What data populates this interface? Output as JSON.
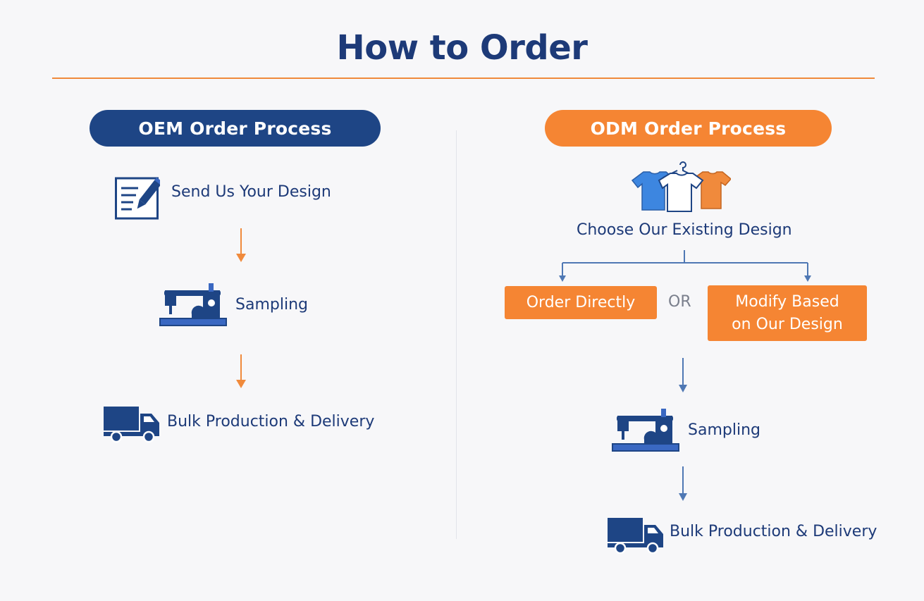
{
  "title": "How to Order",
  "colors": {
    "navy": "#1e4585",
    "orange": "#f58533",
    "blue_icon": "#3a68c2",
    "arrow_blue": "#4f78b4"
  },
  "oem": {
    "header": "OEM Order Process",
    "steps": [
      {
        "label": "Send Us Your Design",
        "icon": "design-edit-icon"
      },
      {
        "label": "Sampling",
        "icon": "sewing-machine-icon"
      },
      {
        "label": "Bulk Production & Delivery",
        "icon": "delivery-truck-icon"
      }
    ]
  },
  "odm": {
    "header": "ODM Order Process",
    "choose": {
      "label": "Choose Our Existing Design",
      "icon": "tshirts-on-hanger-icon"
    },
    "option_direct": "Order Directly",
    "or": "OR",
    "option_modify_line1": "Modify Based",
    "option_modify_line2": "on Our Design",
    "sampling": {
      "label": "Sampling",
      "icon": "sewing-machine-icon"
    },
    "delivery": {
      "label": "Bulk Production & Delivery",
      "icon": "delivery-truck-icon"
    }
  }
}
